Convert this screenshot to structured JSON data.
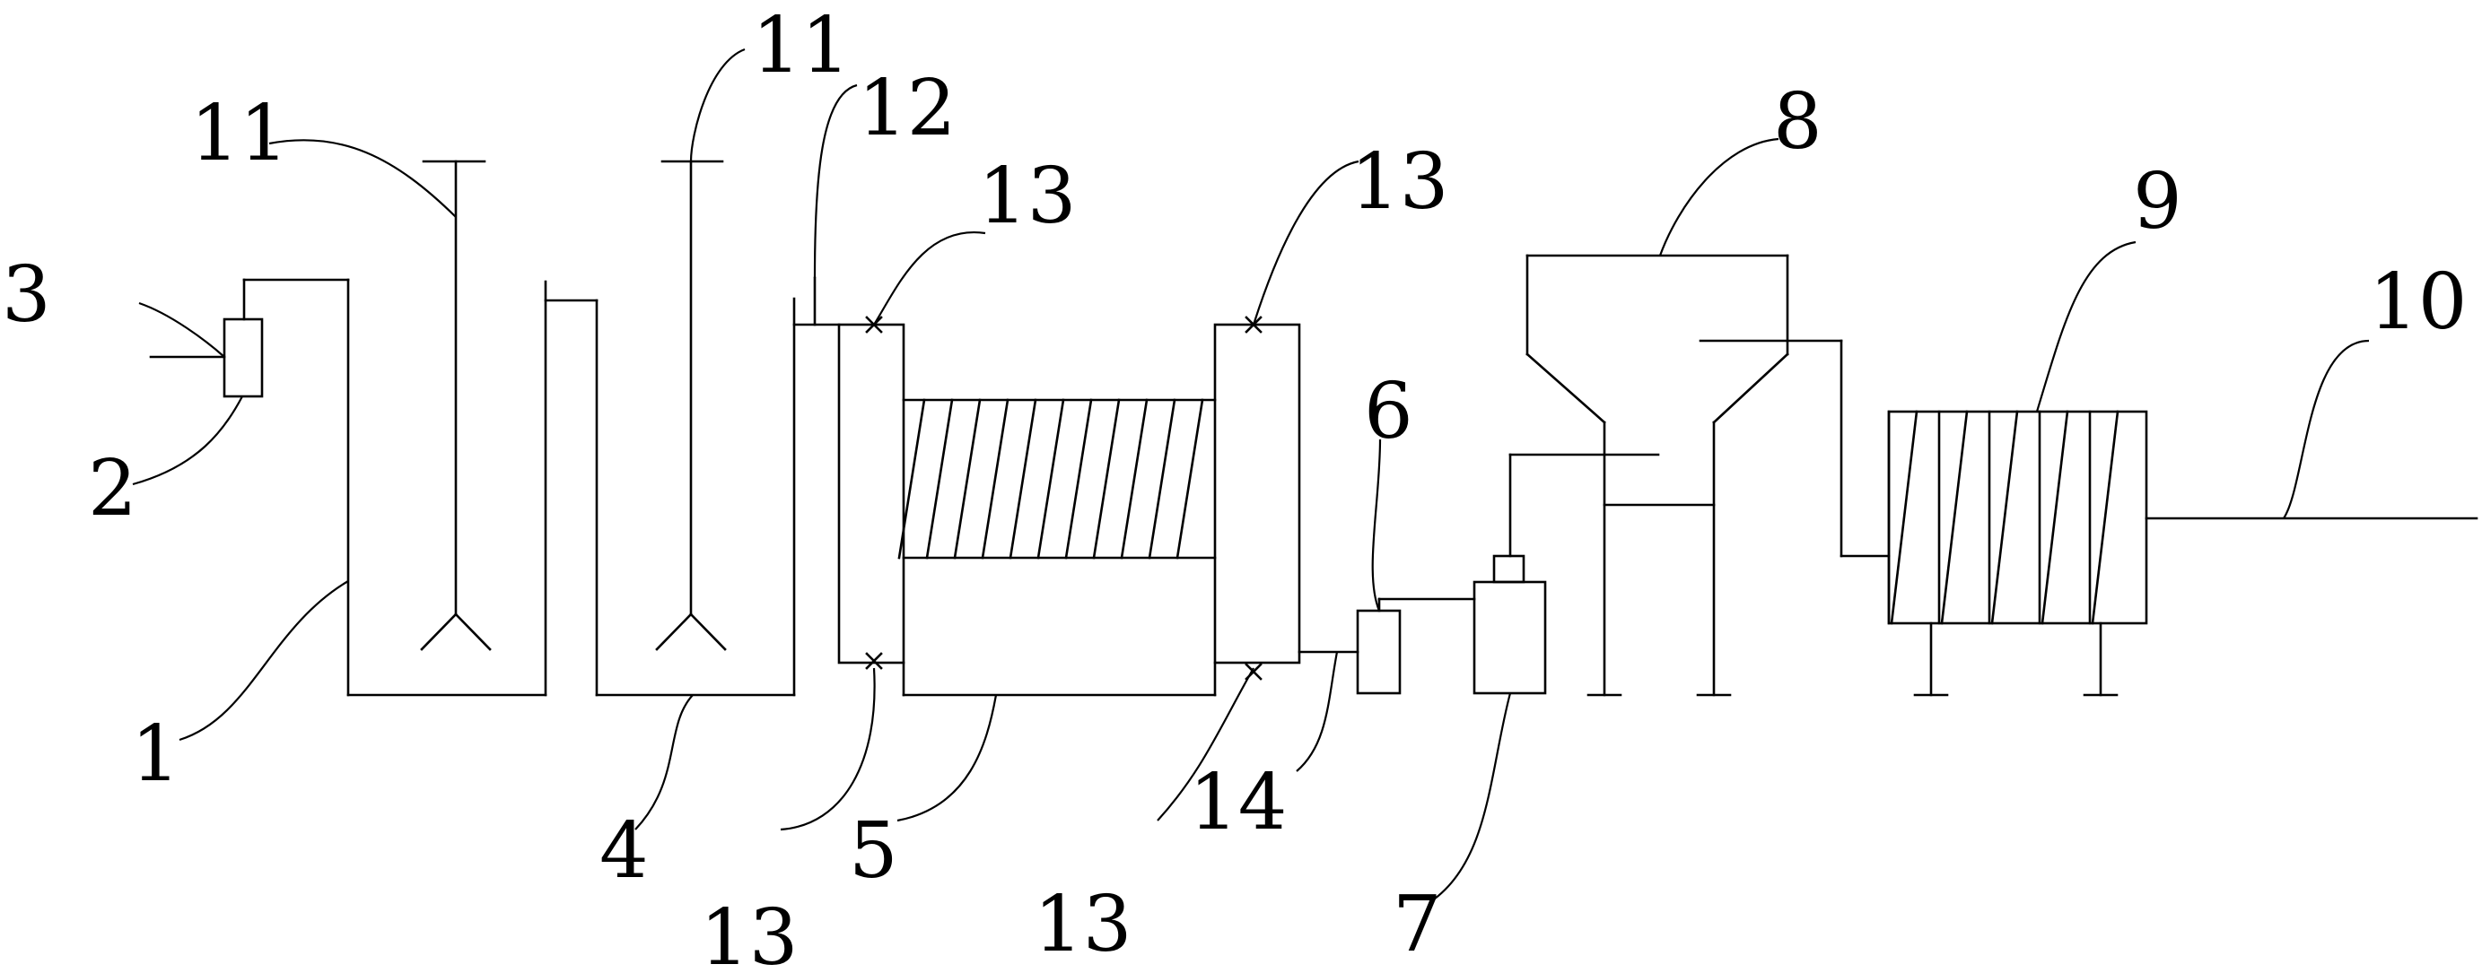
{
  "labels": {
    "l1": "1",
    "l2": "2",
    "l3": "3",
    "l4": "4",
    "l5": "5",
    "l6": "6",
    "l7": "7",
    "l8": "8",
    "l9": "9",
    "l10": "10",
    "l11a": "11",
    "l11b": "11",
    "l12": "12",
    "l13a": "13",
    "l13b": "13",
    "l13c": "13",
    "l13d": "13",
    "l14": "14"
  }
}
